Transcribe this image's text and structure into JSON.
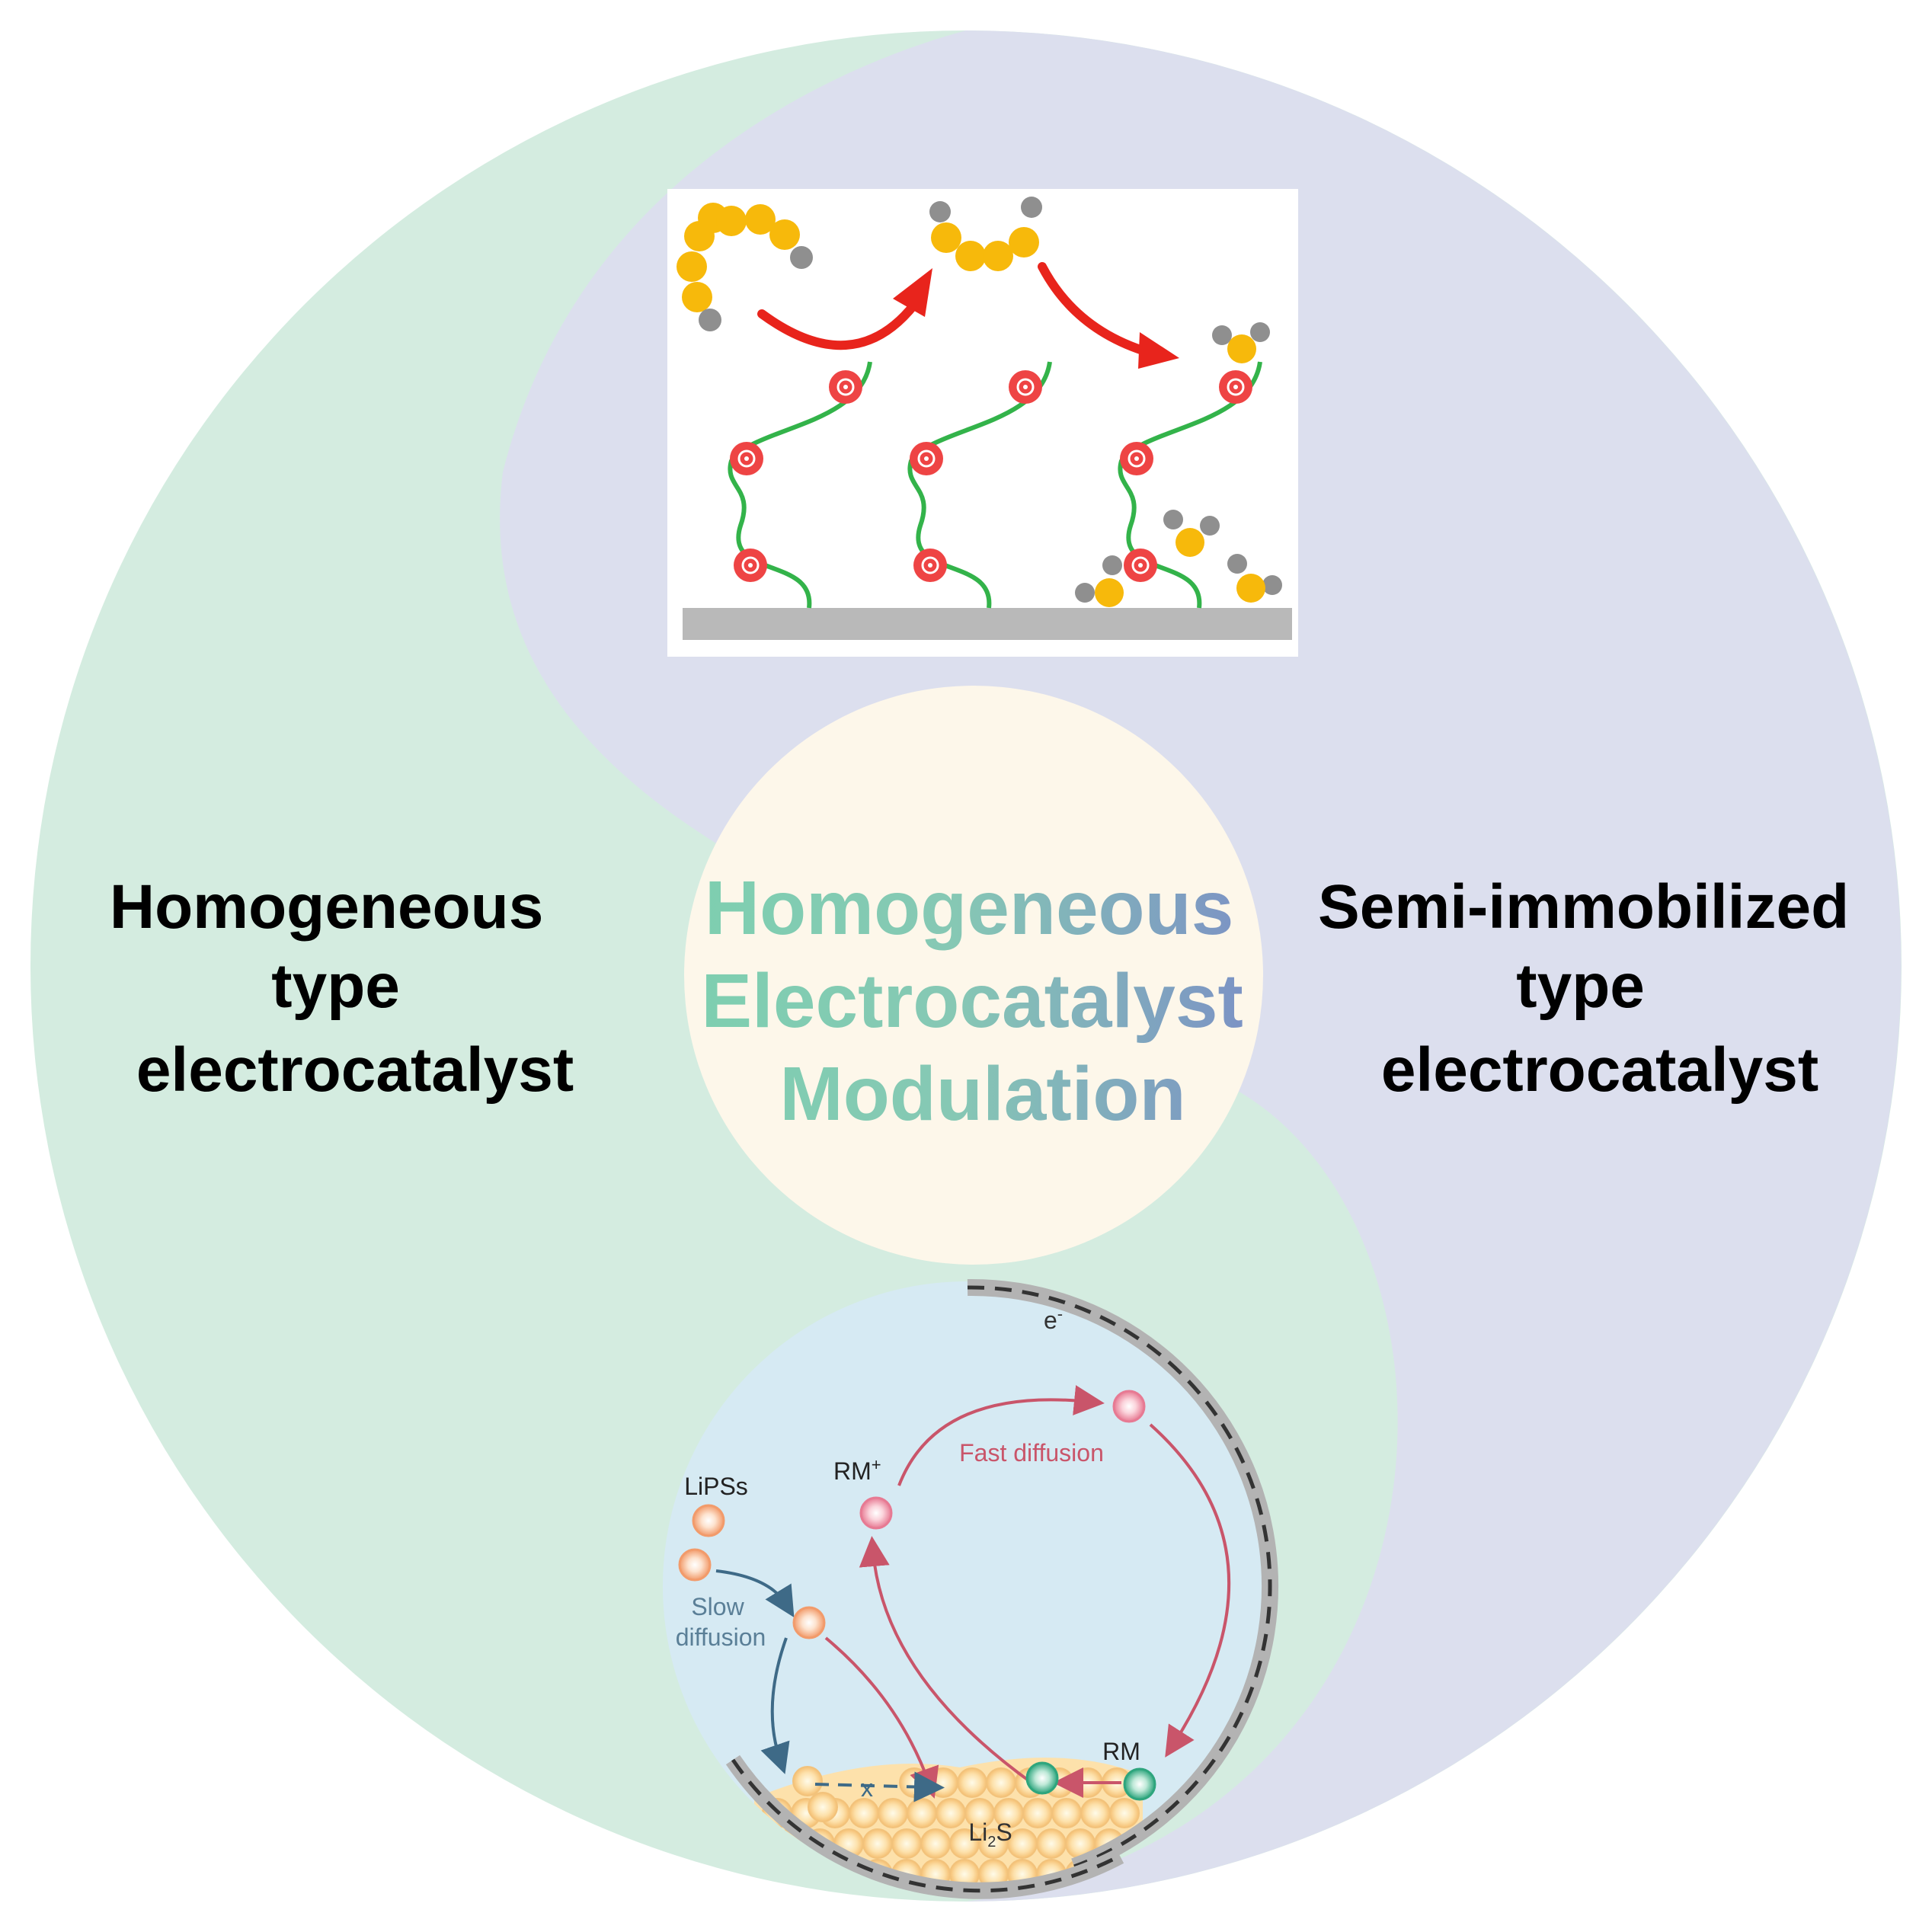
{
  "left_label": [
    "Homogeneous",
    "type",
    "electrocatalyst"
  ],
  "right_label": [
    "Semi-immobilized",
    "type",
    "electrocatalyst"
  ],
  "center_title": [
    "Homogeneous",
    "Electrocatalyst",
    "Modulation"
  ],
  "inset_bottom": {
    "electron_label": "e",
    "electron_sup": "-",
    "rm_plus_label": "RM",
    "rm_plus_sup": "+",
    "fast_label": "Fast diffusion",
    "lipss_label": "LiPSs",
    "slow_label_1": "Slow",
    "slow_label_2": "diffusion",
    "rm_label": "RM",
    "li2s_main": "Li",
    "li2s_sub": "2",
    "li2s_tail": "S",
    "blocked_mark": "x"
  },
  "colors": {
    "green_half": "#d4ece0",
    "purple_half": "#dcdfee",
    "center_circle": "#fdf7ea",
    "title_grad_start": "#7ecfb0",
    "title_grad_end": "#7b8ec6",
    "polysulfide_yellow": "#f7b90b",
    "end_group_gray": "#8f8f8f",
    "catalyst_red": "#ee4444",
    "chain_green": "#33b34a",
    "arrow_red": "#e8241c",
    "cell_blue": "#d6eaf3",
    "fast_red": "#c9556a",
    "slow_blue": "#3e6a87",
    "rm_green": "#5cc6a0",
    "li2s_peach": "#fbd9a0"
  }
}
